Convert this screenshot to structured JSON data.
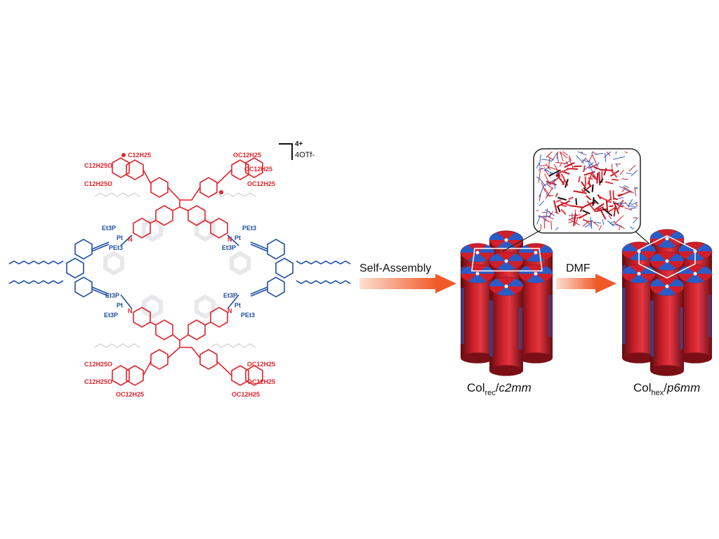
{
  "charge": {
    "sup": "4+",
    "counter": "4OTf-"
  },
  "pt_labels": [
    "Et3P",
    "Pt",
    "PEt3"
  ],
  "chain_labels": [
    "C12H25",
    "OC12H25",
    "C12H25O",
    "OC12H25"
  ],
  "n_label": "N",
  "arrow1_label": "Self-Assembly",
  "arrow2_label": "DMF",
  "phase1": {
    "main": "Col",
    "sub": "rec",
    "sep": "/",
    "group": "c2mm"
  },
  "phase2": {
    "main": "Col",
    "sub": "hex",
    "sep": "/",
    "group": "p6mm"
  },
  "colors": {
    "red": "#e0242b",
    "blue": "#1f4fa3",
    "arrow": "#f05a28",
    "cyl_red": "#d01f2a",
    "cyl_blue": "#2a5cc8"
  }
}
